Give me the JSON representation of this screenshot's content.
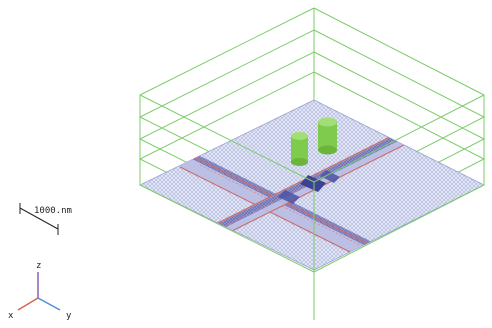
{
  "scene": {
    "scale_bar": {
      "label": "1000.nm"
    },
    "axes": {
      "z_label": "z",
      "x_label": "x",
      "y_label": "y"
    },
    "colors": {
      "bounding_box": "#7ccc6a",
      "substrate": "#dfe3f5",
      "substrate_mesh": "#a8b2d8",
      "waveguide_core": "#b5b9de",
      "waveguide_dense": "#4f57a8",
      "waveguide_edge": "#c96f6f",
      "nanopillar": "#7fcb4e",
      "axis_z": "#8b5fb0",
      "axis_x": "#d9624e",
      "axis_y": "#4f8fd9"
    },
    "nanopillar_count": 2,
    "waveguide_count": 2
  }
}
